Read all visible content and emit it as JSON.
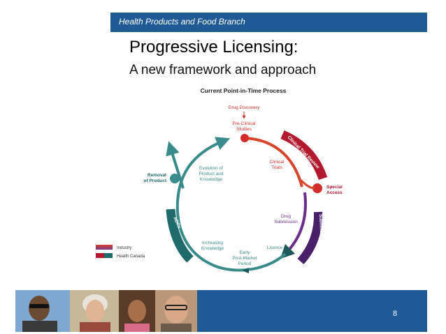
{
  "header": {
    "branch": "Health Products and Food Branch",
    "title": "Progressive Licensing:",
    "subtitle": "A new framework and approach"
  },
  "diagram": {
    "heading": "Current Point-in-Time Process",
    "stages": {
      "drug_discovery": "Drug Discovery",
      "pre_clinical": [
        "Pre-Clinical",
        "Studies"
      ],
      "clinical_trials": [
        "Clinical",
        "Trials"
      ],
      "special_access": [
        "Special",
        "Access"
      ],
      "drug_submission": [
        "Drug",
        "Submission"
      ],
      "licence": "Licence",
      "early_post_market": [
        "Early",
        "Post-Market",
        "Period"
      ],
      "increasing_knowledge": [
        "Increasing",
        "Knowledge"
      ],
      "evolution": [
        "Evolution of",
        "Product and",
        "Knowledge"
      ],
      "removal": [
        "Removal",
        "of Product"
      ]
    },
    "bands": {
      "clinical_trial_review": "Clinical Trial Review",
      "submission_review": "Submission Review",
      "aside": "ADRs"
    },
    "legend": {
      "industry": "Industry",
      "health_canada": "Health Canada"
    },
    "colors": {
      "red": "#d42b2b",
      "purple": "#6b2d8a",
      "teal": "#3a8c8c",
      "dark_teal": "#1f6a6a",
      "band_red": "#b3182f"
    }
  },
  "footer": {
    "page_number": "8",
    "band_color": "#1f5a96"
  }
}
